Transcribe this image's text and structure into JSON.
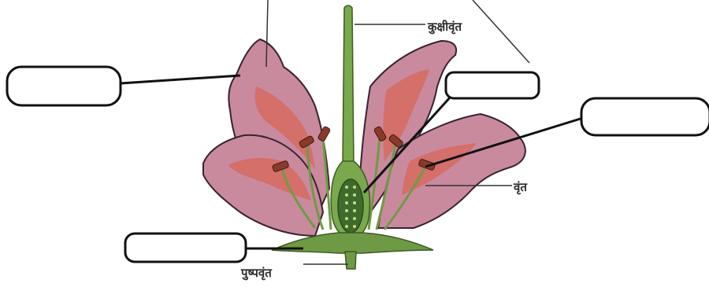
{
  "labels": {
    "style_label": "कुक्षीवृंत",
    "filament_label": "वृंत",
    "pedicel_label": "पुष्पवृंत"
  },
  "blank_label_boxes": 4,
  "colors": {
    "petal": "#c98a9e",
    "petal_inner": "#d46f6a",
    "stem_green": "#6f9a45",
    "anther": "#8a3a2a",
    "outline": "#3a2230"
  }
}
